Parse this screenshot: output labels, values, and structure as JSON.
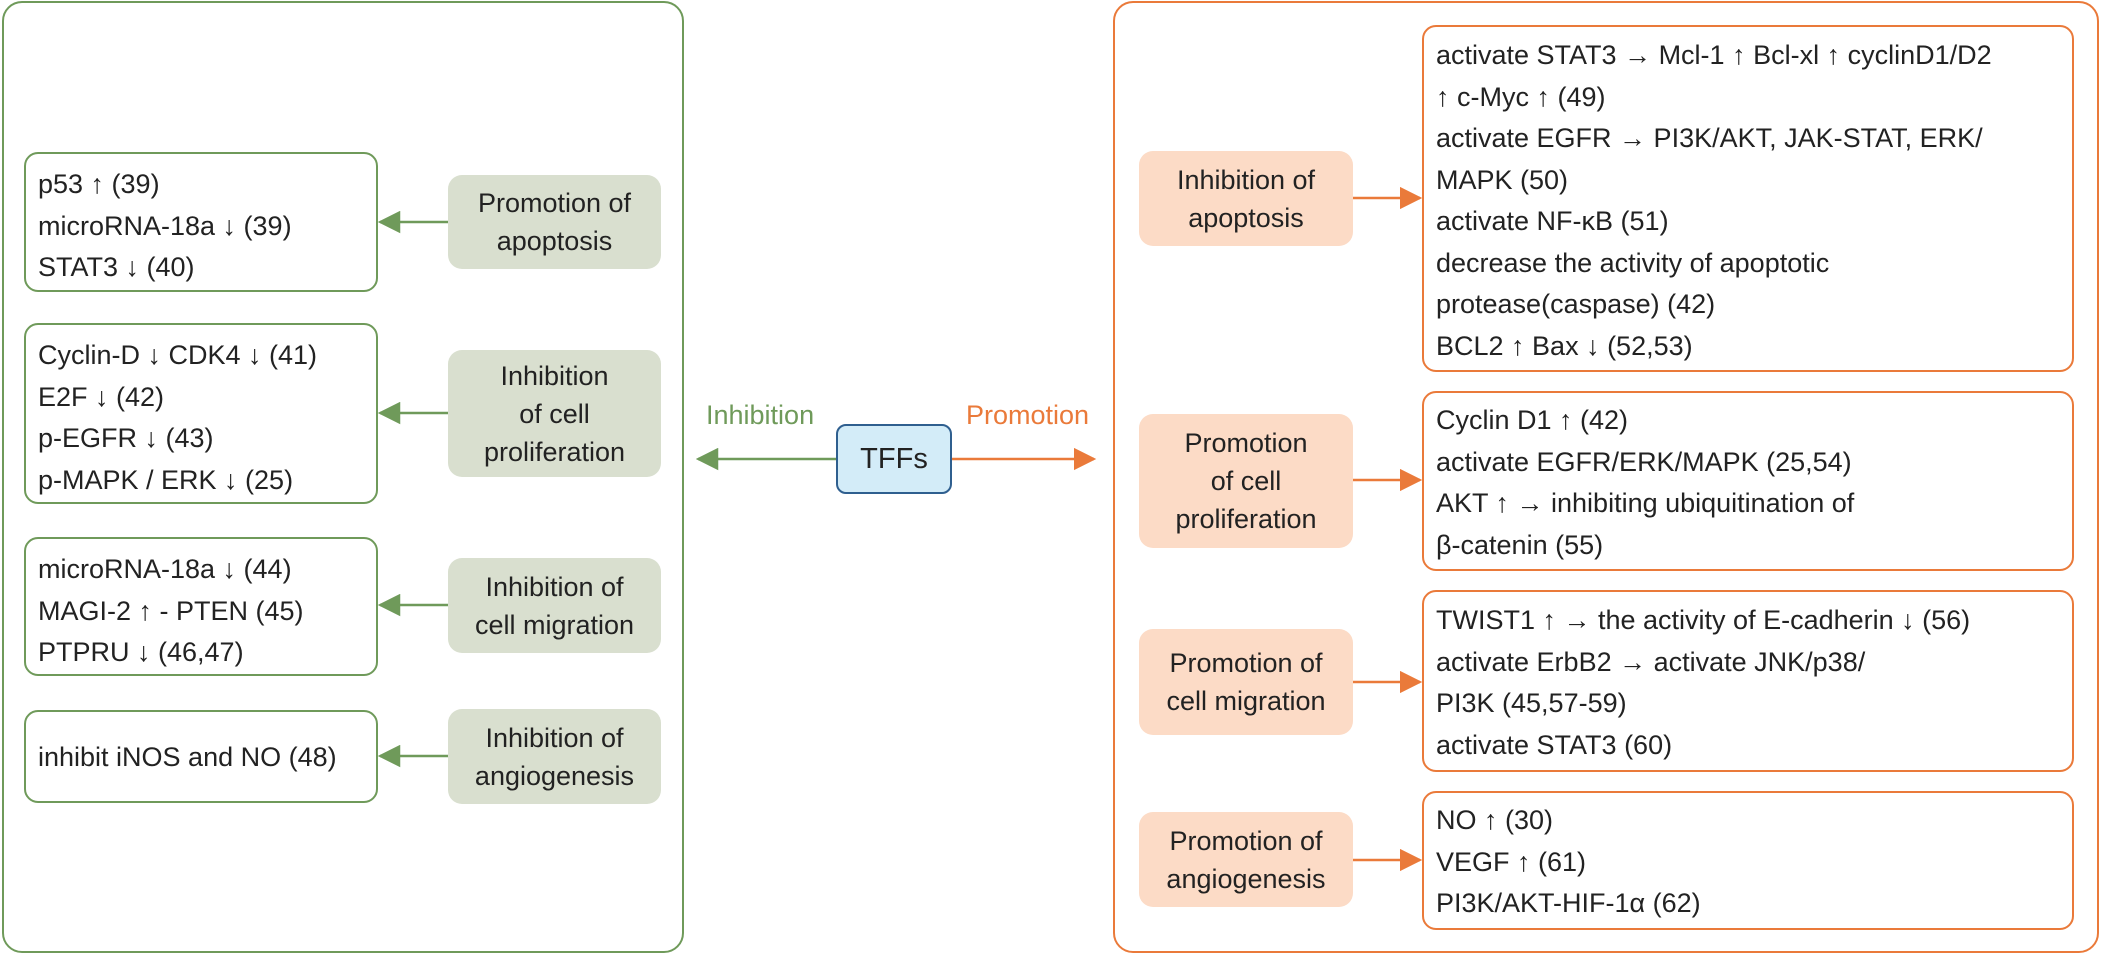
{
  "center": {
    "label": "TFFs",
    "inhibition_label": "Inhibition",
    "promotion_label": "Promotion"
  },
  "left_rows": [
    {
      "label": [
        "Promotion of",
        "apoptosis"
      ],
      "items": [
        "p53 ↑ (39)",
        "microRNA-18a ↓ (39)",
        "STAT3 ↓ (40)"
      ]
    },
    {
      "label": [
        "Inhibition",
        "of cell",
        "proliferation"
      ],
      "items": [
        "Cyclin-D ↓  CDK4 ↓ (41)",
        "E2F ↓ (42)",
        "p-EGFR ↓ (43)",
        "p-MAPK / ERK ↓ (25)"
      ]
    },
    {
      "label": [
        "Inhibition of",
        "cell migration"
      ],
      "items": [
        "microRNA-18a ↓ (44)",
        "MAGI-2 ↑ - PTEN (45)",
        "PTPRU ↓ (46,47)"
      ]
    },
    {
      "label": [
        "Inhibition of",
        "angiogenesis"
      ],
      "items": [
        "inhibit iNOS and NO (48)"
      ]
    }
  ],
  "right_rows": [
    {
      "label": [
        "Inhibition of",
        "apoptosis"
      ],
      "items": [
        "activate STAT3 → Mcl-1 ↑ Bcl-xl ↑ cyclinD1/D2",
        "↑ c-Myc ↑ (49)",
        "activate EGFR → PI3K/AKT, JAK-STAT, ERK/",
        "MAPK (50)",
        "activate NF-κB (51)",
        "decrease the activity of apoptotic",
        "protease(caspase) (42)",
        "BCL2 ↑ Bax ↓ (52,53)"
      ]
    },
    {
      "label": [
        "Promotion",
        "of cell",
        "proliferation"
      ],
      "items": [
        "Cyclin D1 ↑ (42)",
        "activate EGFR/ERK/MAPK (25,54)",
        "AKT ↑ → inhibiting ubiquitination of",
        "β-catenin (55)"
      ]
    },
    {
      "label": [
        "Promotion of",
        "cell migration"
      ],
      "items": [
        "TWIST1 ↑ → the activity of E-cadherin ↓ (56)",
        "activate ErbB2 → activate JNK/p38/",
        "PI3K (45,57-59)",
        "activate STAT3 (60)"
      ]
    },
    {
      "label": [
        "Promotion of",
        "angiogenesis"
      ],
      "items": [
        "NO ↑ (30)",
        "VEGF ↑ (61)",
        "PI3K/AKT-HIF-1α (62)"
      ]
    }
  ]
}
